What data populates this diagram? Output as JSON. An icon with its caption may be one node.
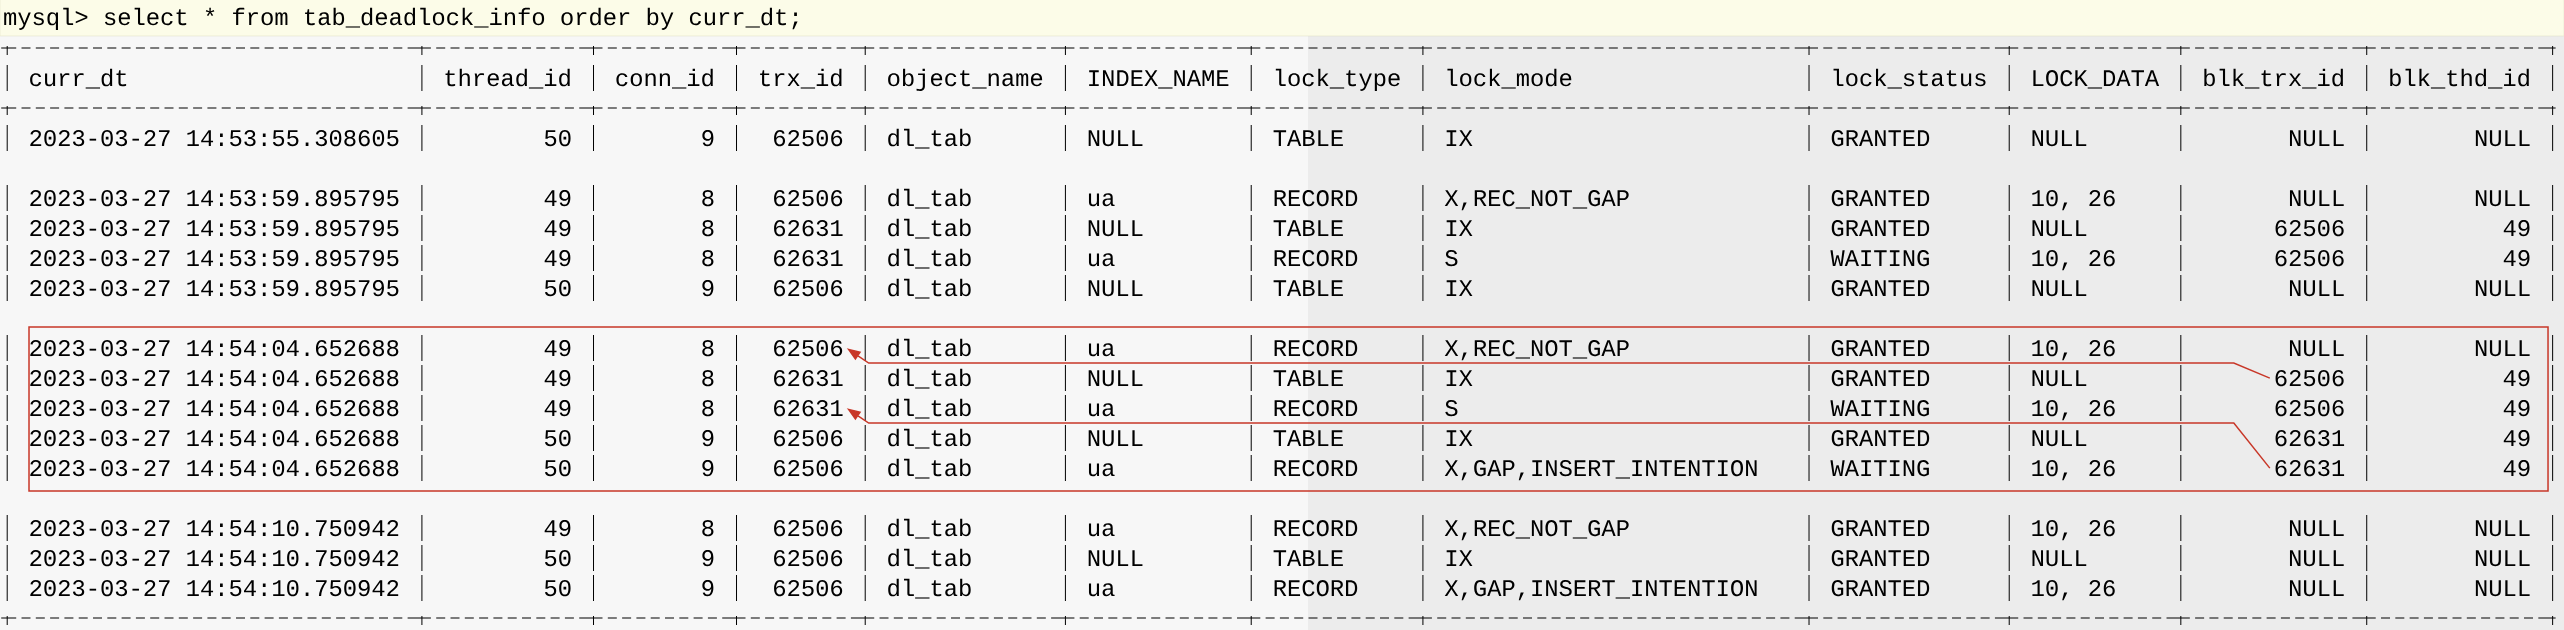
{
  "diagram": {
    "nodes": [
      {
        "text": [],
        "shape": "box"
      },
      {
        "text": [
          "62506"
        ],
        "in": 0
      },
      {
        "text": [
          "62631"
        ],
        "in": 0
      },
      {
        "text": [
          "62506"
        ],
        "in": 0
      },
      {
        "text": [
          "62631"
        ],
        "in": 0
      }
    ],
    "edges": [
      {
        "from": 3,
        "to": 1,
        "arrow": "to"
      },
      {
        "from": 4,
        "to": 2,
        "arrow": "to"
      }
    ],
    "labels": [
      "mysql> select * from tab_deadlock_info order by curr_dt;",
      "curr_dt",
      "thread_id",
      "conn_id",
      "trx_id",
      "object_name",
      "INDEX_NAME",
      "lock_type",
      "lock_mode",
      "lock_status",
      "LOCK_DATA",
      "blk_trx_id",
      "blk_thd_id",
      "2023-03-27 14:53:55.308605",
      "50",
      "9",
      "62506",
      "dl_tab",
      "NULL",
      "TABLE",
      "IX",
      "GRANTED",
      "NULL",
      "NULL",
      "NULL",
      "2023-03-27 14:53:59.895795",
      "49",
      "8",
      "62506",
      "dl_tab",
      "ua",
      "RECORD",
      "X,REC_NOT_GAP",
      "GRANTED",
      "10, 26",
      "NULL",
      "NULL",
      "2023-03-27 14:53:59.895795",
      "49",
      "8",
      "62631",
      "dl_tab",
      "NULL",
      "TABLE",
      "IX",
      "GRANTED",
      "NULL",
      "62506",
      "49",
      "2023-03-27 14:53:59.895795",
      "49",
      "8",
      "62631",
      "dl_tab",
      "ua",
      "RECORD",
      "S",
      "WAITING",
      "10, 26",
      "62506",
      "49",
      "2023-03-27 14:53:59.895795",
      "50",
      "9",
      "62506",
      "dl_tab",
      "NULL",
      "TABLE",
      "IX",
      "GRANTED",
      "NULL",
      "NULL",
      "NULL",
      "2023-03-27 14:54:04.652688",
      "49",
      "8",
      "dl_tab",
      "ua",
      "RECORD",
      "X,REC_NOT_GAP",
      "GRANTED",
      "10, 26",
      "NULL",
      "NULL",
      "2023-03-27 14:54:04.652688",
      "49",
      "8",
      "62631",
      "dl_tab",
      "NULL",
      "TABLE",
      "IX",
      "GRANTED",
      "NULL",
      "49",
      "2023-03-27 14:54:04.652688",
      "49",
      "8",
      "dl_tab",
      "ua",
      "RECORD",
      "S",
      "WAITING",
      "10, 26",
      "62506",
      "49",
      "2023-03-27 14:54:04.652688",
      "50",
      "9",
      "62506",
      "dl_tab",
      "NULL",
      "TABLE",
      "IX",
      "GRANTED",
      "NULL",
      "62631",
      "49",
      "2023-03-27 14:54:04.652688",
      "50",
      "9",
      "62506",
      "dl_tab",
      "ua",
      "RECORD",
      "X,GAP,INSERT_INTENTION",
      "WAITING",
      "10, 26",
      "49",
      "2023-03-27 14:54:10.750942",
      "49",
      "8",
      "62506",
      "dl_tab",
      "ua",
      "RECORD",
      "X,REC_NOT_GAP",
      "GRANTED",
      "10, 26",
      "NULL",
      "NULL",
      "2023-03-27 14:54:10.750942",
      "50",
      "9",
      "62506",
      "dl_tab",
      "NULL",
      "TABLE",
      "IX",
      "GRANTED",
      "NULL",
      "NULL",
      "NULL",
      "2023-03-27 14:54:10.750942",
      "50",
      "9",
      "62506",
      "dl_tab",
      "ua",
      "RECORD",
      "X,GAP,INSERT_INTENTION",
      "GRANTED",
      "10, 26",
      "NULL",
      "NULL"
    ]
  }
}
